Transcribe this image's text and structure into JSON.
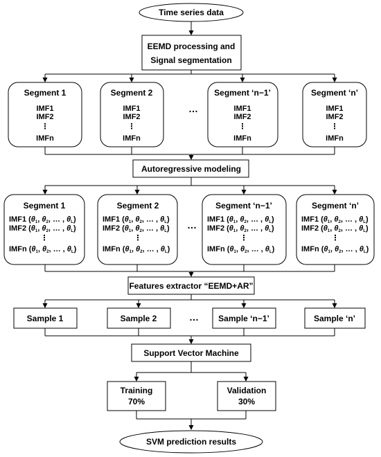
{
  "start": "Time series data",
  "eemd": {
    "line1": "EEMD processing and",
    "line2": "Signal segmentation"
  },
  "segments_imf": [
    {
      "title": "Segment 1",
      "imfs": [
        "IMF1",
        "IMF2",
        "⋮",
        "IMFn"
      ]
    },
    {
      "title": "Segment 2",
      "imfs": [
        "IMF1",
        "IMF2",
        "⋮",
        "IMFn"
      ]
    },
    {
      "title": "Segment ‘n−1’",
      "imfs": [
        "IMF1",
        "IMF2",
        "⋮",
        "IMFn"
      ]
    },
    {
      "title": "Segment ‘n’",
      "imfs": [
        "IMF1",
        "IMF2",
        "⋮",
        "IMFn"
      ]
    }
  ],
  "ellipsis": "…",
  "ar": "Autoregressive modeling",
  "segments_ar": [
    {
      "title": "Segment 1",
      "rows": [
        "IMF1",
        "IMF2",
        "⋮",
        "IMFn"
      ]
    },
    {
      "title": "Segment 2",
      "rows": [
        "IMF1",
        "IMF2",
        "⋮",
        "IMFn"
      ]
    },
    {
      "title": "Segment ‘n−1’",
      "rows": [
        "IMF1",
        "IMF2",
        "⋮",
        "IMFn"
      ]
    },
    {
      "title": "Segment ‘n’",
      "rows": [
        "IMF1",
        "IMF2",
        "⋮",
        "IMFn"
      ]
    }
  ],
  "theta": {
    "sym": "θ",
    "s1": "1",
    "s2": "2",
    "sL": "L",
    "sep": ", … ,"
  },
  "features": "Features extractor “EEMD+AR”",
  "samples": [
    "Sample 1",
    "Sample 2",
    "Sample ‘n−1’",
    "Sample ‘n’"
  ],
  "svm": "Support Vector Machine",
  "training": {
    "line1": "Training",
    "line2": "70%"
  },
  "validation": {
    "line1": "Validation",
    "line2": "30%"
  },
  "end": "SVM prediction results"
}
